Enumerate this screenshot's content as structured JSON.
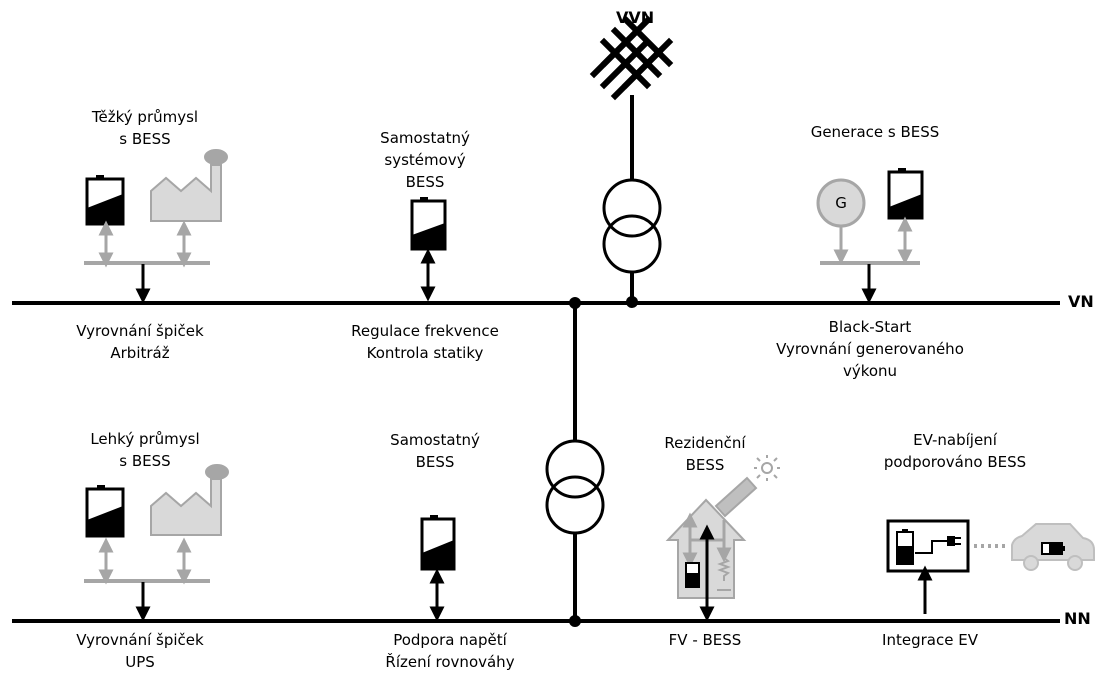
{
  "buses": {
    "vvn": "VVN",
    "vn": "VN",
    "nn": "NN"
  },
  "vn_section": {
    "heavy_industry": {
      "title": [
        "Těžký průmysl",
        "s BESS"
      ],
      "services": [
        "Vyrovnání špiček",
        "Arbitráž"
      ]
    },
    "standalone_system": {
      "title": [
        "Samostatný",
        "systémový",
        "BESS"
      ],
      "services": [
        "Regulace frekvence",
        "Kontrola statiky"
      ]
    },
    "generation": {
      "title": [
        "Generace s BESS"
      ],
      "generator_symbol": "G",
      "services": [
        "Black-Start",
        "Vyrovnání generovaného",
        "výkonu"
      ]
    }
  },
  "nn_section": {
    "light_industry": {
      "title": [
        "Lehký průmysl",
        "s BESS"
      ],
      "services": [
        "Vyrovnání špiček",
        "UPS"
      ]
    },
    "standalone": {
      "title": [
        "Samostatný",
        "BESS"
      ],
      "services": [
        "Podpora napětí",
        "Řízení rovnováhy"
      ]
    },
    "residential": {
      "title": [
        "Rezidenční",
        "BESS"
      ],
      "services": [
        "FV - BESS"
      ]
    },
    "ev_charging": {
      "title": [
        "EV-nabíjení",
        "podporováno BESS"
      ],
      "services": [
        "Integrace EV"
      ]
    }
  },
  "colors": {
    "line": "#000000",
    "gray": "#a6a6a6",
    "light_gray": "#d9d9d9",
    "battery_fill": "#000000"
  }
}
